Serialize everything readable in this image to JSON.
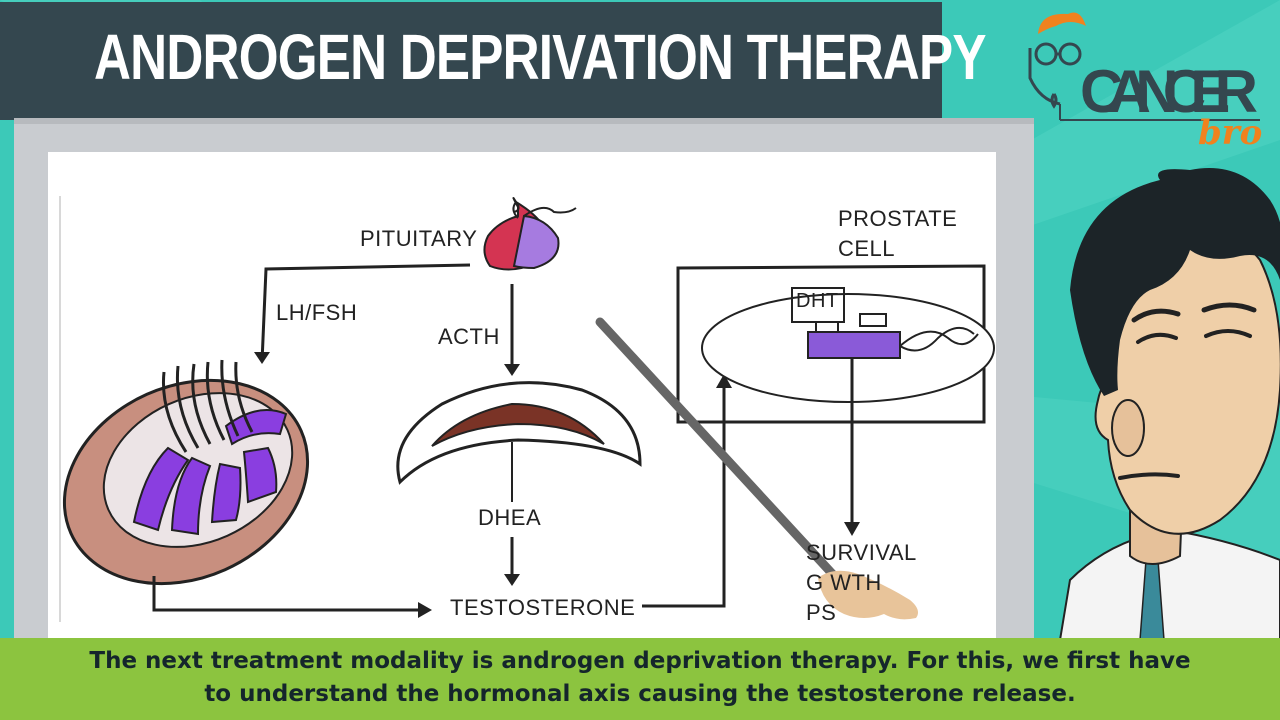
{
  "title": "ANDROGEN DEPRIVATION THERAPY",
  "logo": {
    "word": "CANCER",
    "sub": "bro"
  },
  "diagram": {
    "pituitary": "PITUITARY",
    "lh_fsh": "LH/FSH",
    "acth": "ACTH",
    "dhea": "DHEA",
    "testosterone": "TESTOSTERONE",
    "prostate_cell_line1": "PROSTATE",
    "prostate_cell_line2": "CELL",
    "dht": "DHT",
    "survival": "SURVIVAL",
    "growth": "G   WTH",
    "psa": "PS"
  },
  "caption": {
    "line1": "The next treatment modality is androgen deprivation therapy. For this, we first have",
    "line2": "to understand the hormonal axis causing the testosterone release."
  },
  "colors": {
    "background": "#3cc9b8",
    "banner": "#34474f",
    "caption_bar": "#8cc43f",
    "accent_orange": "#f0821e",
    "purple": "#8a3ee0"
  }
}
